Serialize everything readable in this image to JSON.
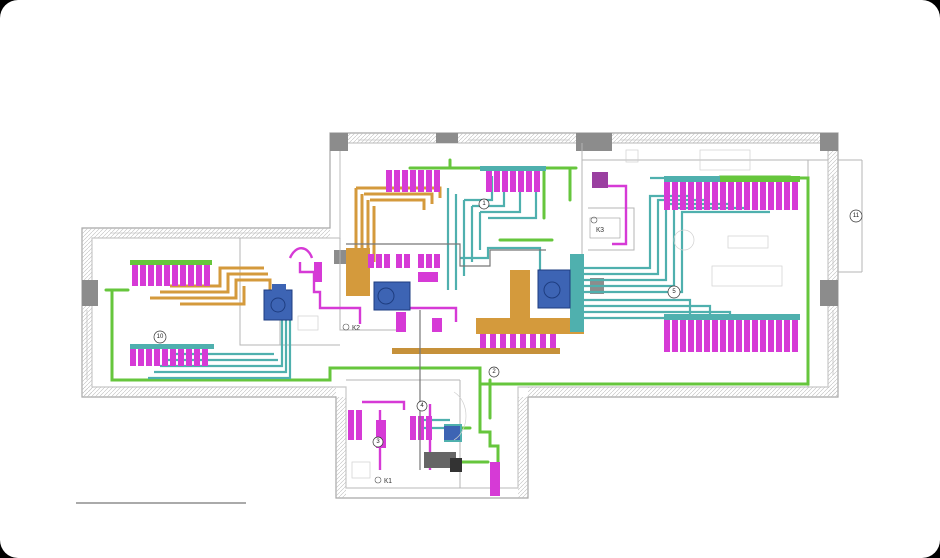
{
  "diagram": {
    "labels": {
      "room_k1": "К1",
      "room_k2": "К2",
      "room_k3": "К3",
      "callout_11": "11",
      "callout_10": "10",
      "callout_5": "5",
      "callout_4": "4",
      "callout_1": "1",
      "callout_2": "2",
      "callout_3": "3"
    },
    "colors": {
      "supply_duct": "#66c63c",
      "extract_duct": "#4fb0ae",
      "warm_duct": "#d49a3c",
      "diffuser": "#d63ad6",
      "unit": "#3d64b4",
      "wall": "#9a9a9a",
      "column": "#8a8a8a"
    }
  }
}
